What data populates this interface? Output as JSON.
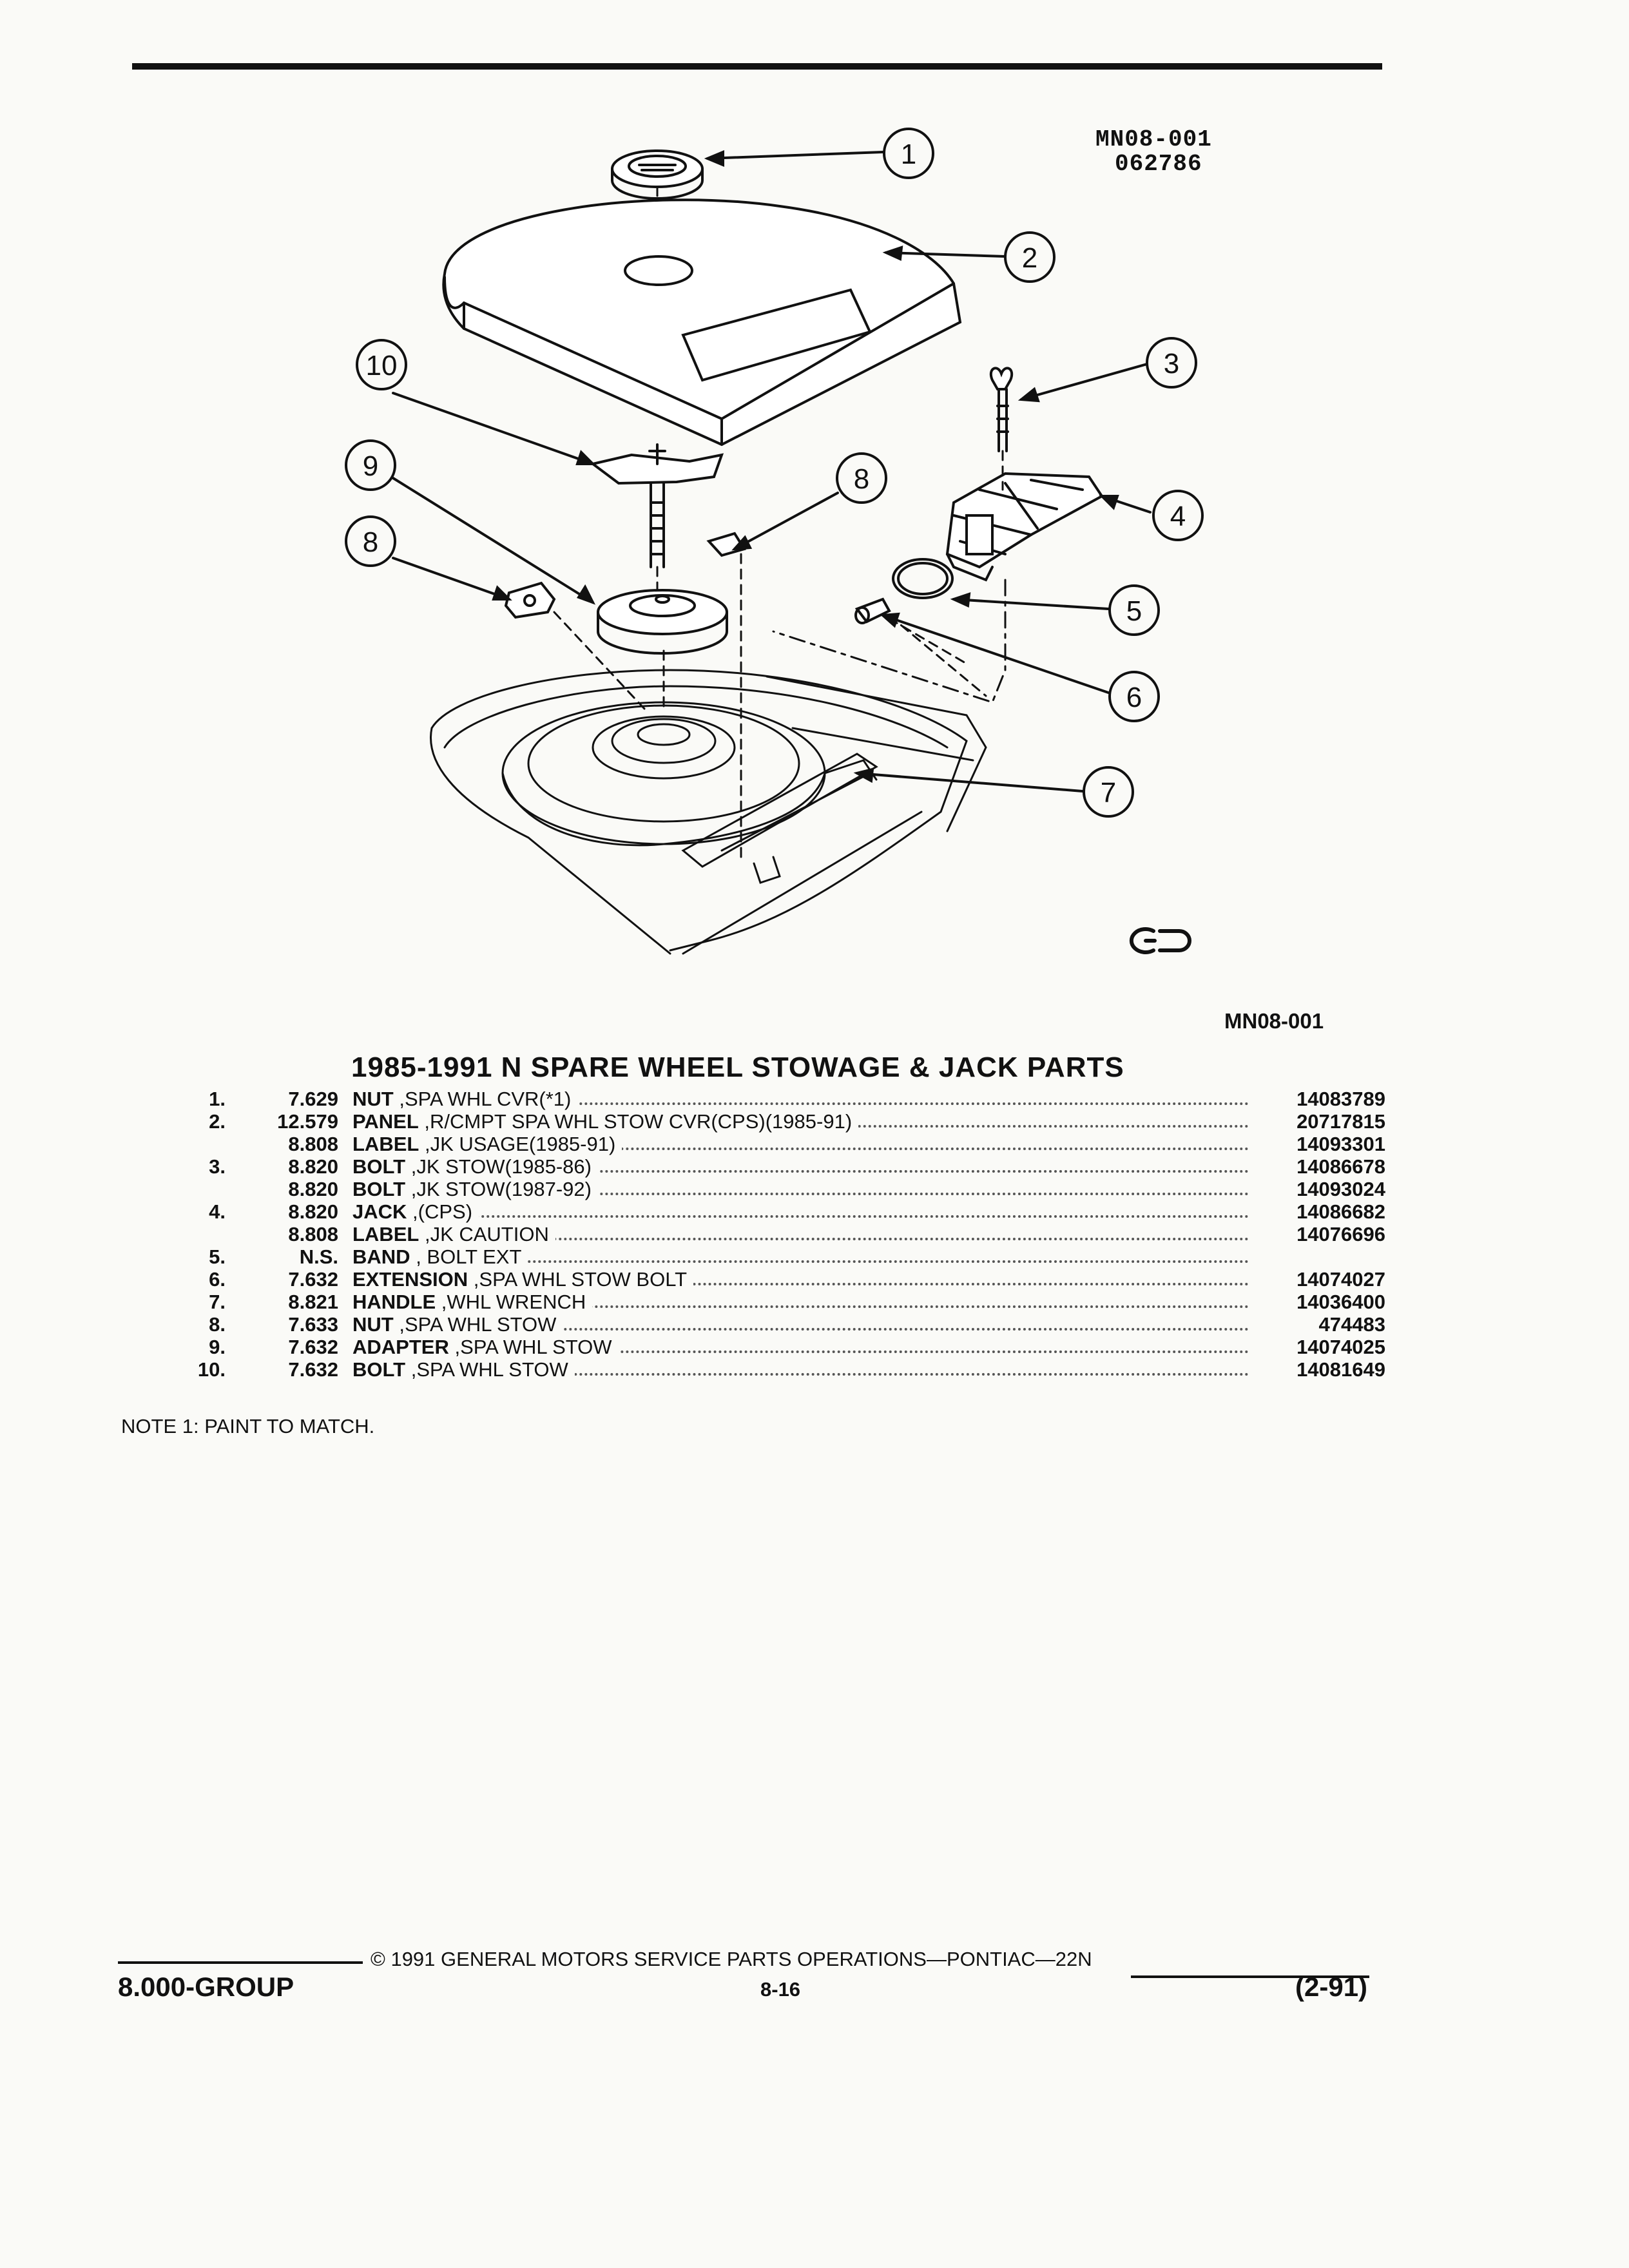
{
  "figure": {
    "code": "MN08-001",
    "code_sub": "062786",
    "ref_code": "MN08-001",
    "callouts": [
      "1",
      "2",
      "3",
      "4",
      "5",
      "6",
      "7",
      "8",
      "8",
      "9",
      "10"
    ],
    "logo": "GM"
  },
  "title": "1985-1991 N SPARE WHEEL STOWAGE & JACK PARTS",
  "parts": [
    {
      "key": "1.",
      "group": "7.629",
      "name": "NUT",
      "desc": ",SPA WHL CVR(*1)",
      "part": "14083789"
    },
    {
      "key": "2.",
      "group": "12.579",
      "name": "PANEL",
      "desc": ",R/CMPT SPA WHL STOW CVR(CPS)(1985-91)",
      "part": "20717815"
    },
    {
      "key": "",
      "group": "8.808",
      "name": "LABEL",
      "desc": ",JK USAGE(1985-91)",
      "part": "14093301"
    },
    {
      "key": "3.",
      "group": "8.820",
      "name": "BOLT",
      "desc": ",JK STOW(1985-86)",
      "part": "14086678"
    },
    {
      "key": "",
      "group": "8.820",
      "name": "BOLT",
      "desc": ",JK STOW(1987-92)",
      "part": "14093024"
    },
    {
      "key": "4.",
      "group": "8.820",
      "name": "JACK",
      "desc": ",(CPS)",
      "part": "14086682"
    },
    {
      "key": "",
      "group": "8.808",
      "name": "LABEL",
      "desc": ",JK CAUTION",
      "part": "14076696"
    },
    {
      "key": "5.",
      "group": "N.S.",
      "name": "BAND",
      "desc": ", BOLT EXT",
      "part": ""
    },
    {
      "key": "6.",
      "group": "7.632",
      "name": "EXTENSION",
      "desc": ",SPA WHL STOW BOLT",
      "part": "14074027"
    },
    {
      "key": "7.",
      "group": "8.821",
      "name": "HANDLE",
      "desc": ",WHL WRENCH",
      "part": "14036400"
    },
    {
      "key": "8.",
      "group": "7.633",
      "name": "NUT",
      "desc": ",SPA WHL STOW",
      "part": "474483"
    },
    {
      "key": "9.",
      "group": "7.632",
      "name": "ADAPTER",
      "desc": ",SPA WHL STOW",
      "part": "14074025"
    },
    {
      "key": "10.",
      "group": "7.632",
      "name": "BOLT",
      "desc": ",SPA WHL STOW",
      "part": "14081649"
    }
  ],
  "note": "NOTE  1:  PAINT TO MATCH.",
  "footer": {
    "group": "8.000-GROUP",
    "copyright": "© 1991  GENERAL MOTORS SERVICE PARTS OPERATIONS—PONTIAC—22N",
    "page": "8-16",
    "date": "(2-91)"
  }
}
